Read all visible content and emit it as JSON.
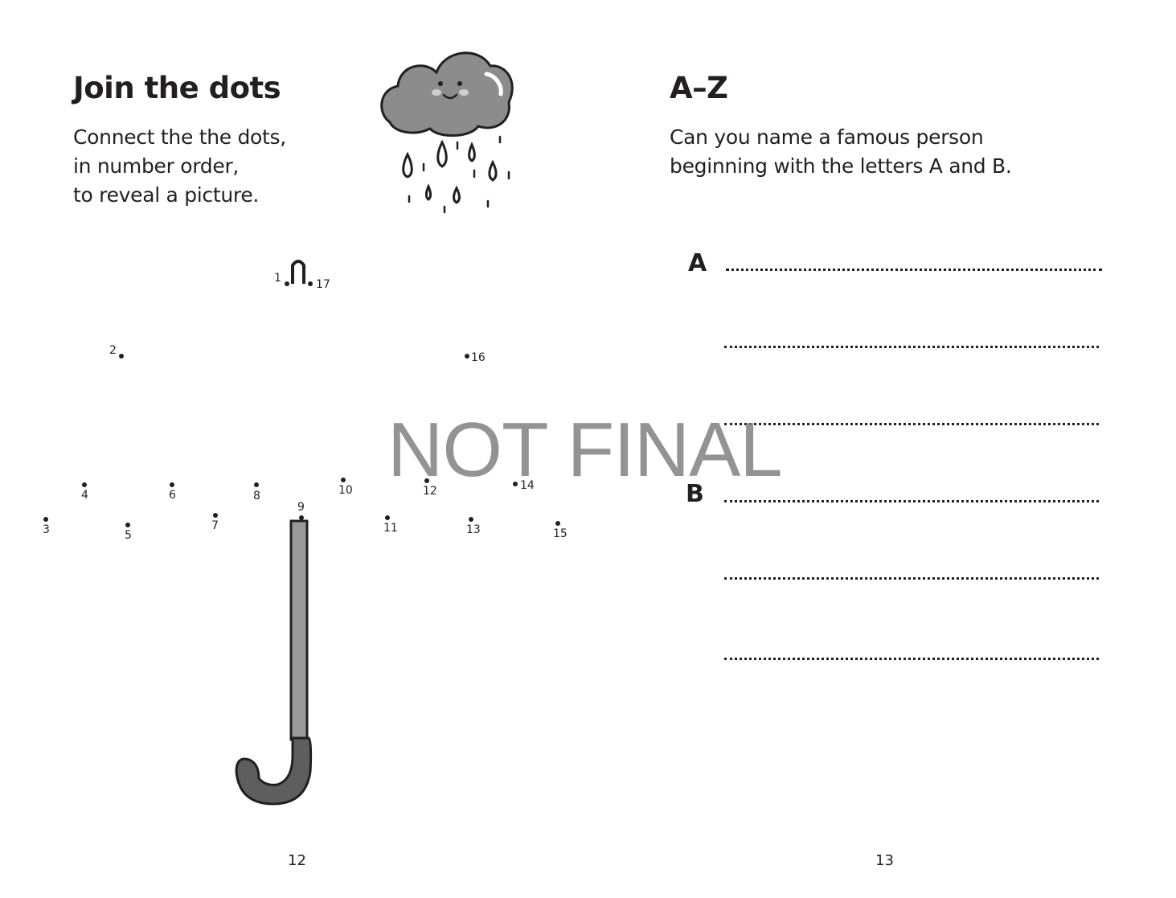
{
  "left_page": {
    "title": "Join the dots",
    "instructions": [
      "Connect the the dots,",
      "in number order,",
      "to reveal a picture."
    ],
    "page_number": "12",
    "dot_labels": [
      "1",
      "2",
      "3",
      "4",
      "5",
      "6",
      "7",
      "8",
      "9",
      "10",
      "11",
      "12",
      "13",
      "14",
      "15",
      "16",
      "17"
    ],
    "illustration": "rain-cloud-icon"
  },
  "right_page": {
    "title": "A–Z",
    "instructions": [
      "Can you name a famous person",
      "beginning with the letters A and B."
    ],
    "page_number": "13",
    "letters": [
      "A",
      "B"
    ]
  },
  "watermark": "NOT FINAL",
  "colors": {
    "ink": "#231f20",
    "cloud_fill": "#8c8c8c",
    "umbrella_shaft": "#9a9a9a",
    "umbrella_handle": "#5e5e5e",
    "watermark": "#808080"
  }
}
